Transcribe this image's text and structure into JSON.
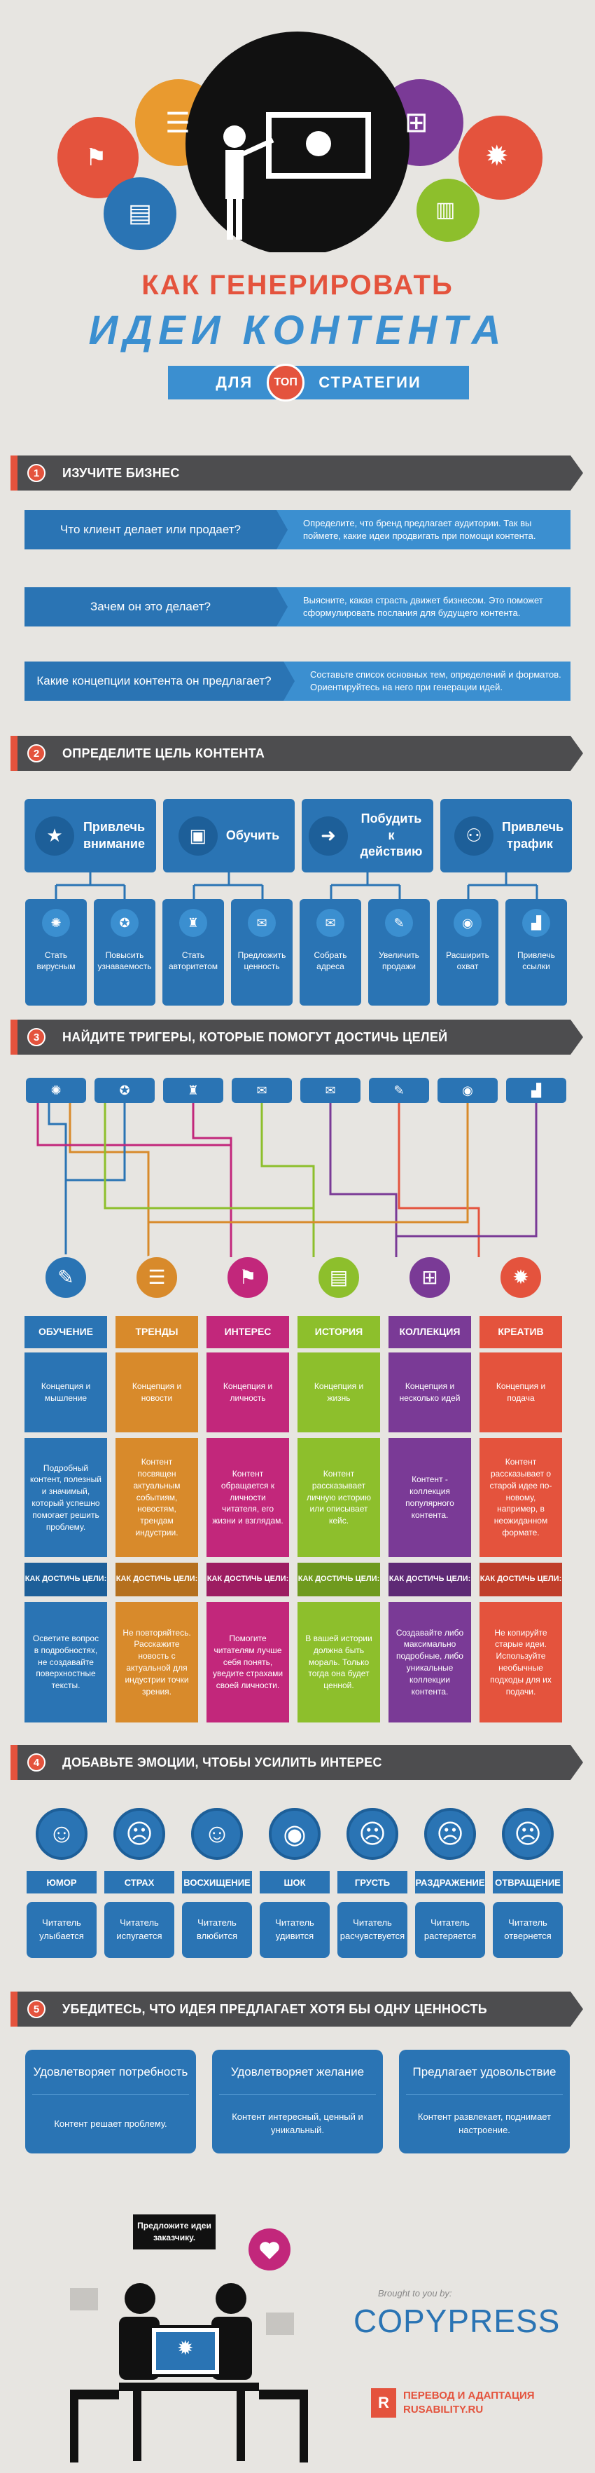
{
  "title": {
    "line1": "КАК ГЕНЕРИРОВАТЬ",
    "line2": "ИДЕИ КОНТЕНТА",
    "ribbon_left": "ДЛЯ",
    "ribbon_badge": "ТОП",
    "ribbon_right": "СТРАТЕГИИ"
  },
  "sections": [
    {
      "num": "1",
      "title": "ИЗУЧИТЕ БИЗНЕС"
    },
    {
      "num": "2",
      "title": "ОПРЕДЕЛИТЕ ЦЕЛЬ КОНТЕНТА"
    },
    {
      "num": "3",
      "title": "НАЙДИТЕ ТРИГЕРЫ, КОТОРЫЕ ПОМОГУТ ДОСТИЧЬ ЦЕЛЕЙ"
    },
    {
      "num": "4",
      "title": "ДОБАВЬТЕ ЭМОЦИИ, ЧТОБЫ УСИЛИТЬ ИНТЕРЕС"
    },
    {
      "num": "5",
      "title": "УБЕДИТЕСЬ, ЧТО ИДЕЯ ПРЕДЛАГАЕТ ХОТЯ БЫ ОДНУ ЦЕННОСТЬ"
    }
  ],
  "questions": [
    {
      "q": "Что клиент делает или продает?",
      "a": "Определите, что бренд предлагает аудитории. Так вы поймете, какие идеи продвигать при помощи контента."
    },
    {
      "q": "Зачем он это делает?",
      "a": "Выясните, какая страсть движет бизнесом. Это поможет сформулировать послания для будущего контента."
    },
    {
      "q": "Какие концепции контента он предлагает?",
      "a": "Составьте список основных тем, определений и форматов. Ориентируйтесь на него при генерации идей."
    }
  ],
  "goals": [
    {
      "label": "Привлечь внимание",
      "icon": "★"
    },
    {
      "label": "Обучить",
      "icon": "▣"
    },
    {
      "label": "Побудить к действию",
      "icon": "➜"
    },
    {
      "label": "Привлечь трафик",
      "icon": "⚇"
    }
  ],
  "subgoals": [
    {
      "label": "Стать вирусным",
      "icon": "✺"
    },
    {
      "label": "Повысить узнаваемость",
      "icon": "✪"
    },
    {
      "label": "Стать авторитетом",
      "icon": "♜"
    },
    {
      "label": "Предложить ценность",
      "icon": "✉"
    },
    {
      "label": "Собрать адреса",
      "icon": "✉"
    },
    {
      "label": "Увеличить продажи",
      "icon": "✎"
    },
    {
      "label": "Расширить охват",
      "icon": "◉"
    },
    {
      "label": "Привлечь ссылки",
      "icon": "▟"
    }
  ],
  "chips": [
    "✺",
    "✪",
    "♜",
    "✉",
    "✉",
    "✎",
    "◉",
    "▟"
  ],
  "triggers": [
    {
      "name": "ОБУЧЕНИЕ",
      "icon": "✎",
      "color": "#2a74b4",
      "concept": "Концепция и мышление",
      "desc": "Подробный контент, полезный и значимый, который успешно помогает решить проблему.",
      "how": "КАК ДОСТИЧЬ ЦЕЛИ:",
      "tip": "Осветите вопрос в подробностях, не создавайте поверхностные тексты."
    },
    {
      "name": "ТРЕНДЫ",
      "icon": "☰",
      "color": "#d88a2b",
      "concept": "Концепция и новости",
      "desc": "Контент посвящен актуальным событиям, новостям, трендам индустрии.",
      "how": "КАК ДОСТИЧЬ ЦЕЛИ:",
      "tip": "Не повторяйтесь. Расскажите новость с актуальной для индустрии точки зрения."
    },
    {
      "name": "ИНТЕРЕС",
      "icon": "⚑",
      "color": "#c2277b",
      "concept": "Концепция и личность",
      "desc": "Контент обращается к личности читателя, его жизни и взглядам.",
      "how": "КАК ДОСТИЧЬ ЦЕЛИ:",
      "tip": "Помогите читателям лучше себя понять, уведите страхами своей личности."
    },
    {
      "name": "ИСТОРИЯ",
      "icon": "▤",
      "color": "#8dbf2c",
      "concept": "Концепция и жизнь",
      "desc": "Контент рассказывает личную историю или описывает кейс.",
      "how": "КАК ДОСТИЧЬ ЦЕЛИ:",
      "tip": "В вашей истории должна быть мораль. Только тогда она будет ценной."
    },
    {
      "name": "КОЛЛЕКЦИЯ",
      "icon": "⊞",
      "color": "#7a3a96",
      "concept": "Концепция и несколько идей",
      "desc": "Контент - коллекция популярного контента.",
      "how": "КАК ДОСТИЧЬ ЦЕЛИ:",
      "tip": "Создавайте либо максимально подробные, либо уникальные коллекции контента."
    },
    {
      "name": "КРЕАТИВ",
      "icon": "✹",
      "color": "#e4533d",
      "concept": "Концепция и подача",
      "desc": "Контент рассказывает о старой идее по-новому, например, в неожиданном формате.",
      "how": "КАК ДОСТИЧЬ ЦЕЛИ:",
      "tip": "Не копируйте старые идеи. Используйте необычные подходы для их подачи."
    }
  ],
  "emotions": [
    {
      "name": "ЮМОР",
      "face": "☺",
      "desc": "Читатель улыбается"
    },
    {
      "name": "СТРАХ",
      "face": "☹",
      "desc": "Читатель испугается"
    },
    {
      "name": "ВОСХИЩЕНИЕ",
      "face": "☺",
      "desc": "Читатель влюбится"
    },
    {
      "name": "ШОК",
      "face": "◉",
      "desc": "Читатель удивится"
    },
    {
      "name": "ГРУСТЬ",
      "face": "☹",
      "desc": "Читатель расчувствуется"
    },
    {
      "name": "РАЗДРАЖЕНИЕ",
      "face": "☹",
      "desc": "Читатель растеряется"
    },
    {
      "name": "ОТВРАЩЕНИЕ",
      "face": "☹",
      "desc": "Читатель отвернется"
    }
  ],
  "values": [
    {
      "title": "Удовлетворяет потребность",
      "desc": "Контент решает проблему."
    },
    {
      "title": "Удовлетворяет желание",
      "desc": "Контент интересный, ценный и уникальный."
    },
    {
      "title": "Предлагает удовольствие",
      "desc": "Контент развлекает, поднимает настроение."
    }
  ],
  "footer": {
    "bubble": "Предложите идеи заказчику.",
    "brought": "Brought to you by:",
    "brand": "COPYPRESS",
    "translation1": "ПЕРЕВОД И АДАПТАЦИЯ",
    "translation2": "RUSABILITY.RU"
  },
  "colors": {
    "accent": "#e4533d",
    "blue": "#2a74b4",
    "dark": "#4d4d4f"
  }
}
